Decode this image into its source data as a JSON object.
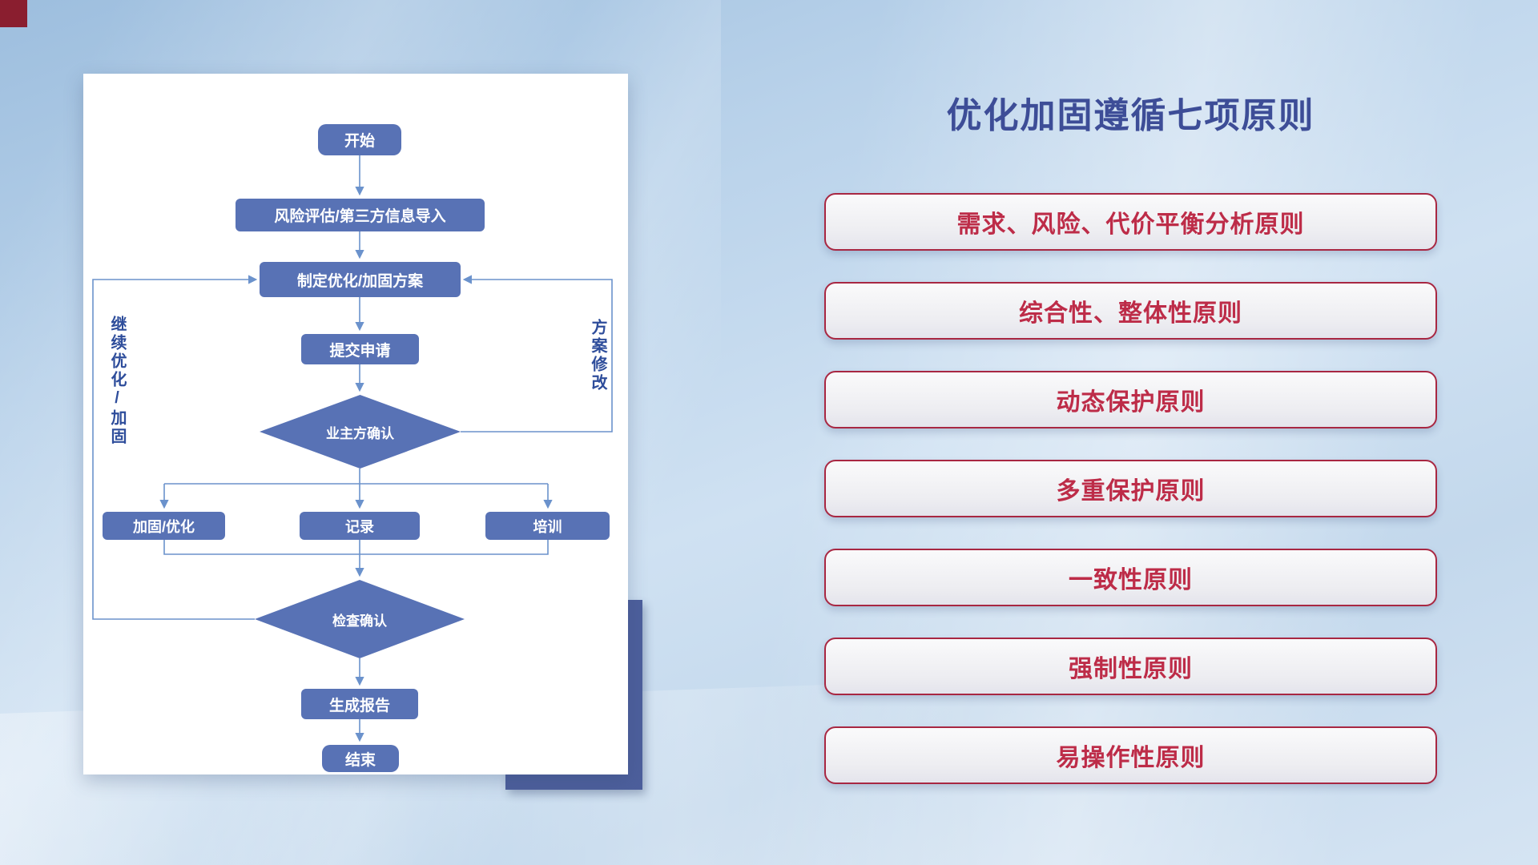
{
  "title": "优化加固遵循七项原则",
  "flowchart": {
    "nodes": {
      "start": "开始",
      "risk_import": "风险评估/第三方信息导入",
      "make_plan": "制定优化/加固方案",
      "submit": "提交申请",
      "owner_confirm": "业主方确认",
      "harden": "加固/优化",
      "record": "记录",
      "training": "培训",
      "check_confirm": "检查确认",
      "report": "生成报告",
      "end": "结束",
      "loop_left": "继续优化/加固",
      "loop_right": "方案修改"
    }
  },
  "principles": {
    "items": [
      {
        "label": "需求、风险、代价平衡分析原则"
      },
      {
        "label": "综合性、整体性原则"
      },
      {
        "label": "动态保护原则"
      },
      {
        "label": "多重保护原则"
      },
      {
        "label": "一致性原则"
      },
      {
        "label": "强制性原则"
      },
      {
        "label": "易操作性原则"
      }
    ]
  },
  "colors": {
    "node_fill": "#5872b5",
    "connector": "#6b92cc",
    "title_text": "#3d4d97",
    "principle_text": "#bd2c48",
    "principle_border": "#a82742",
    "accent_block": "#4d5f9c",
    "corner_mark": "#8a1e2f",
    "vertical_label_text": "#2e4d9b"
  }
}
